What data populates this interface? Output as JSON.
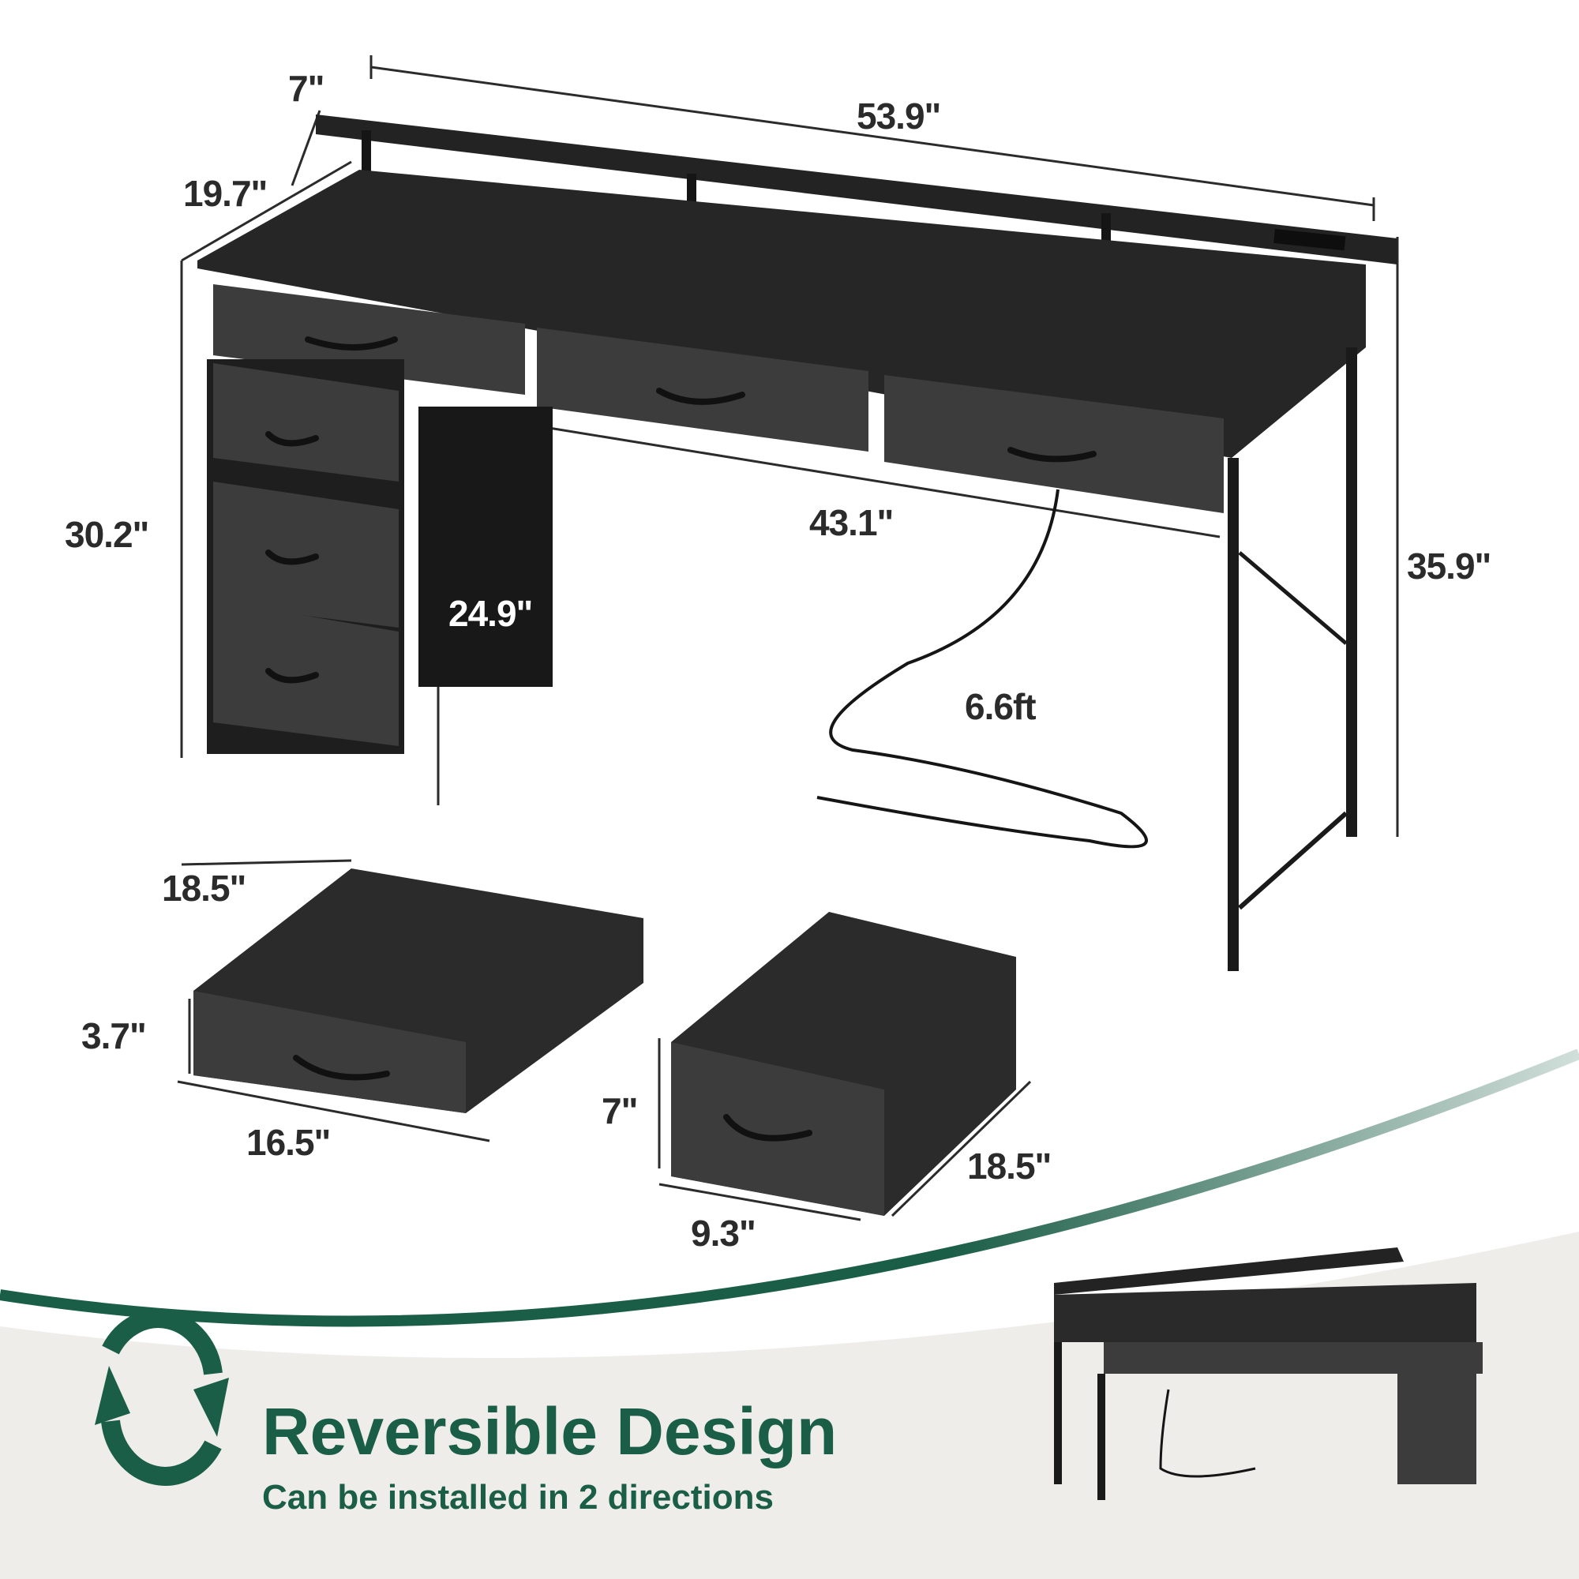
{
  "colors": {
    "brand_green": "#1b5e47",
    "banner_bg": "#efedea",
    "desk_black": "#1e1e1e",
    "fabric_gray": "#3c3c3c",
    "dimension_text": "#2b2b2b"
  },
  "dimensions": {
    "shelf_depth": "7\"",
    "total_width": "53.9\"",
    "desk_depth": "19.7\"",
    "drawer_unit_height": "30.2\"",
    "inner_width": "43.1\"",
    "total_height": "35.9\"",
    "knee_depth": "24.9\"",
    "cord_length": "6.6ft"
  },
  "drawers": {
    "large": {
      "depth": "18.5\"",
      "height": "3.7\"",
      "width": "16.5\""
    },
    "small": {
      "height": "7\"",
      "depth": "18.5\"",
      "width": "9.3\""
    }
  },
  "banner": {
    "icon": "reverse-arrows-icon",
    "title": "Reversible Design",
    "subtitle": "Can be installed in 2 directions"
  }
}
